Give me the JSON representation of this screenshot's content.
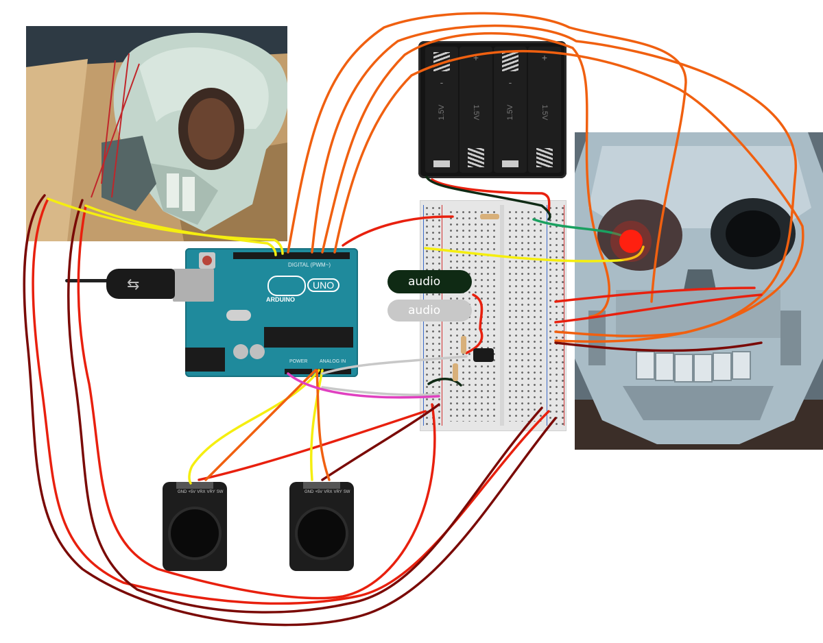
{
  "arduino": {
    "brand": "ARDUINO",
    "model": "UNO",
    "digital_header": "DIGITAL (PWM~)",
    "power_header": "POWER",
    "analog_header": "ANALOG IN",
    "color": "#1f8a9c"
  },
  "battery_holder": {
    "cell_labels": [
      "1.5V",
      "1.5V",
      "1.5V",
      "1.5V"
    ],
    "polarity": [
      "-",
      "+",
      "-",
      "+"
    ]
  },
  "joysticks": {
    "pin_labels": [
      "GND",
      "+5V",
      "VRX",
      "VRY",
      "SW"
    ],
    "count": 2
  },
  "audio_labels": {
    "dark": "audio",
    "light": "audio"
  },
  "colors": {
    "wire_dark_red": "#7a0a06",
    "wire_red": "#e8200e",
    "wire_orange": "#f06010",
    "wire_yellow": "#f5ee10",
    "wire_green": "#1aa060",
    "wire_magenta": "#e040c0",
    "wire_grey": "#c8c8c8",
    "led_red": "#ff2010",
    "breadboard": "#e6e6e6"
  }
}
